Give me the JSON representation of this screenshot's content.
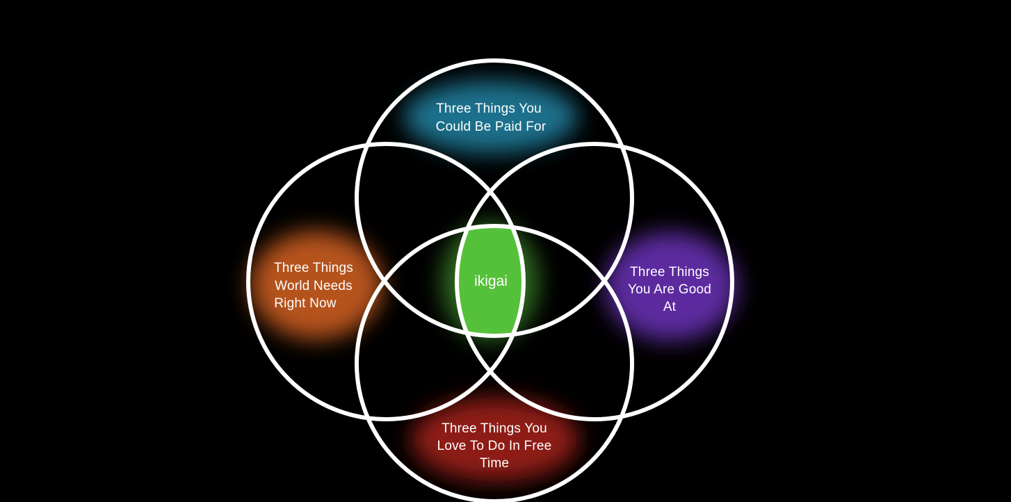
{
  "diagram": {
    "type": "venn",
    "circles": [
      {
        "id": "paid",
        "lines": [
          "Three Things You",
          "Could Be Paid For"
        ],
        "glow_color": "#1f6f8b"
      },
      {
        "id": "world",
        "lines": [
          "Three Things",
          "World Needs",
          "Right Now"
        ],
        "glow_color": "#b5531a"
      },
      {
        "id": "good",
        "lines": [
          "Three Things",
          "You Are Good",
          "At"
        ],
        "glow_color": "#5b2a9e"
      },
      {
        "id": "love",
        "lines": [
          "Three Things You",
          "Love To Do In Free",
          "Time"
        ],
        "glow_color": "#8e1c12"
      }
    ],
    "center": {
      "label": "ikigai",
      "color": "#55c13a"
    },
    "ring_color": "#ffffff",
    "background": "#000000"
  }
}
